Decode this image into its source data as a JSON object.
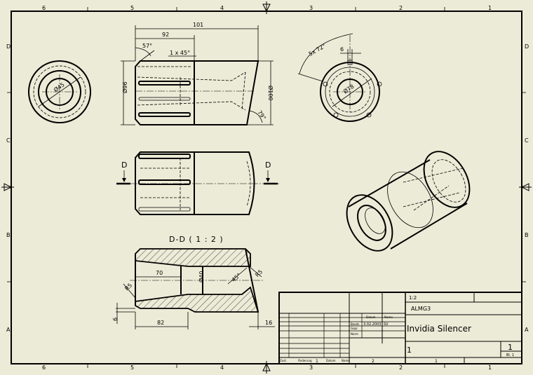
{
  "zones": {
    "columns": [
      "6",
      "5",
      "4",
      "3",
      "2",
      "1"
    ],
    "rows": [
      "D",
      "C",
      "B",
      "A"
    ]
  },
  "side_view": {
    "dim_total_length": "101",
    "dim_front_length": "92",
    "dim_angle_front": "57°",
    "dim_chamfer": "1 x 45°",
    "dim_diameter_left": "Ø96",
    "dim_diameter_right": "Ø100",
    "dim_angle_rear": "79°"
  },
  "front_view": {
    "dim_bore": "Ø45"
  },
  "rear_view": {
    "dim_pattern": "5x 72°",
    "dim_slot": "6",
    "dim_bore": "Ø78"
  },
  "section_markers": {
    "left": "D",
    "right": "D"
  },
  "section_view": {
    "title": "D-D ( 1 : 2 )",
    "dim_bore_length": "70",
    "dim_bore_diameter": "Ø40",
    "dim_angle": "45°",
    "dim_radius_right": "R5",
    "dim_radius_left": "R5",
    "dim_step": "6",
    "dim_length": "82",
    "dim_rear": "16"
  },
  "title_block": {
    "scale": "1:2",
    "material": "ALMG3",
    "header_date": "Datum",
    "header_name": "Name",
    "row_label_drawn": "Bearb.",
    "row_label_checked": "Gepr.",
    "row_label_norm": "Norm",
    "drawn_date": "3.02.2003",
    "drawn_name": "SV",
    "title": "Invidia Silencer",
    "drawing_number": "1",
    "sheet_number": "1",
    "sheet_of": "Bl. 1",
    "footer_labels": [
      "Zust.",
      "Änderung",
      "Datum",
      "Name"
    ],
    "bottom_cells": [
      "1",
      "2",
      "1"
    ]
  }
}
